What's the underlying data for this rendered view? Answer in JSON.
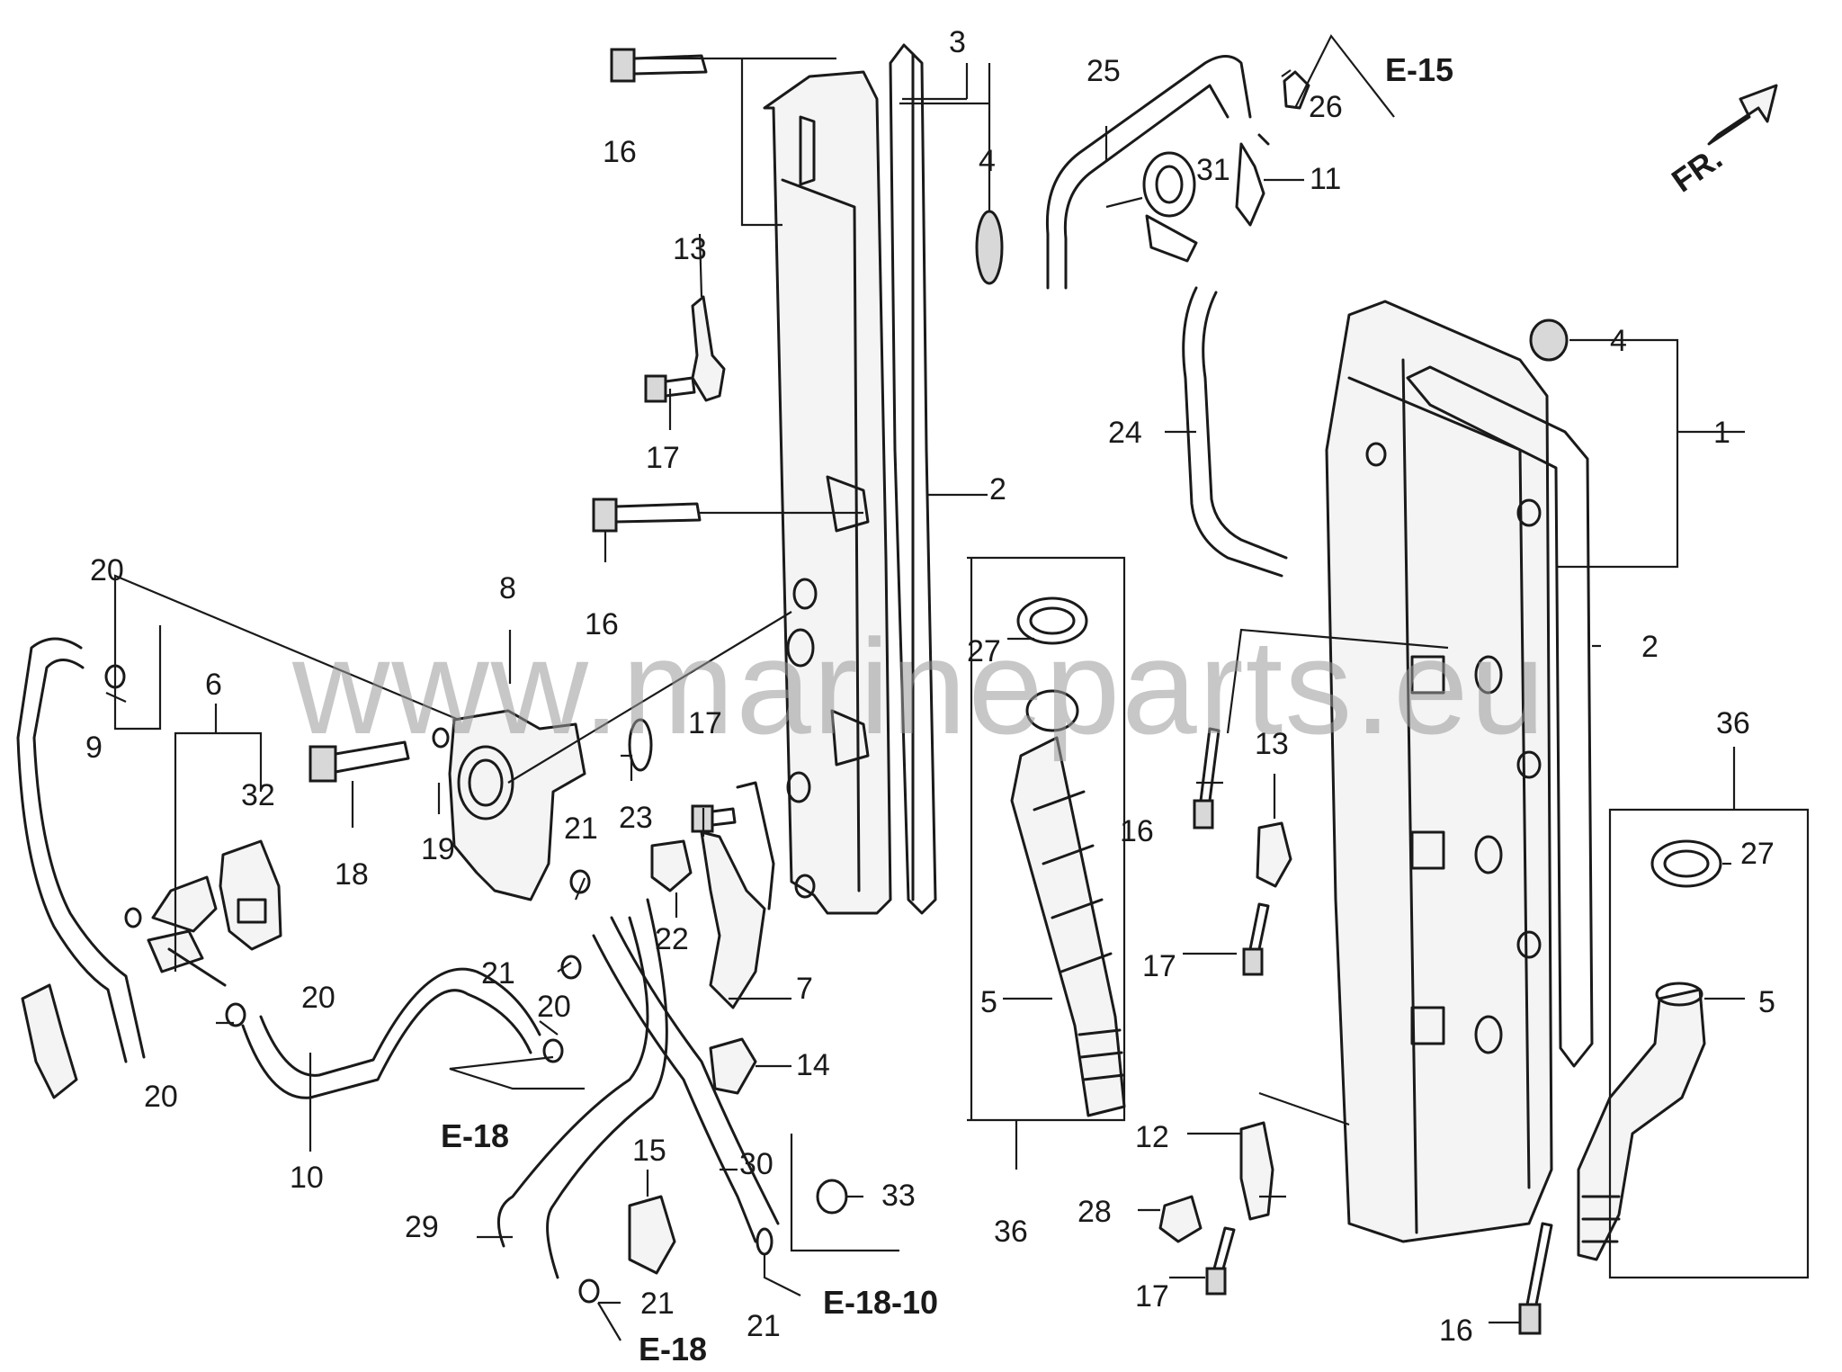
{
  "watermark": "www.marineparts.eu",
  "front_indicator": "FR.",
  "references": {
    "e15": "E-15",
    "e18_left": "E-18",
    "e18_bottom": "E-18",
    "e18_10": "E-18-10"
  },
  "callouts": {
    "c1": "1",
    "c2a": "2",
    "c2b": "2",
    "c3": "3",
    "c4a": "4",
    "c4b": "4",
    "c5a": "5",
    "c5b": "5",
    "c6": "6",
    "c7": "7",
    "c8": "8",
    "c9": "9",
    "c10": "10",
    "c11": "11",
    "c12": "12",
    "c13a": "13",
    "c13b": "13",
    "c14": "14",
    "c15": "15",
    "c16a": "16",
    "c16b": "16",
    "c16c": "16",
    "c16d": "16",
    "c17a": "17",
    "c17b": "17",
    "c17c": "17",
    "c17d": "17",
    "c18": "18",
    "c19": "19",
    "c20a": "20",
    "c20b": "20",
    "c20c": "20",
    "c20d": "20",
    "c21a": "21",
    "c21b": "21",
    "c21c": "21",
    "c21d": "21",
    "c22": "22",
    "c23": "23",
    "c24": "24",
    "c25": "25",
    "c26": "26",
    "c27a": "27",
    "c27b": "27",
    "c28": "28",
    "c29": "29",
    "c30": "30",
    "c31": "31",
    "c32": "32",
    "c33": "33",
    "c36a": "36",
    "c36b": "36"
  }
}
